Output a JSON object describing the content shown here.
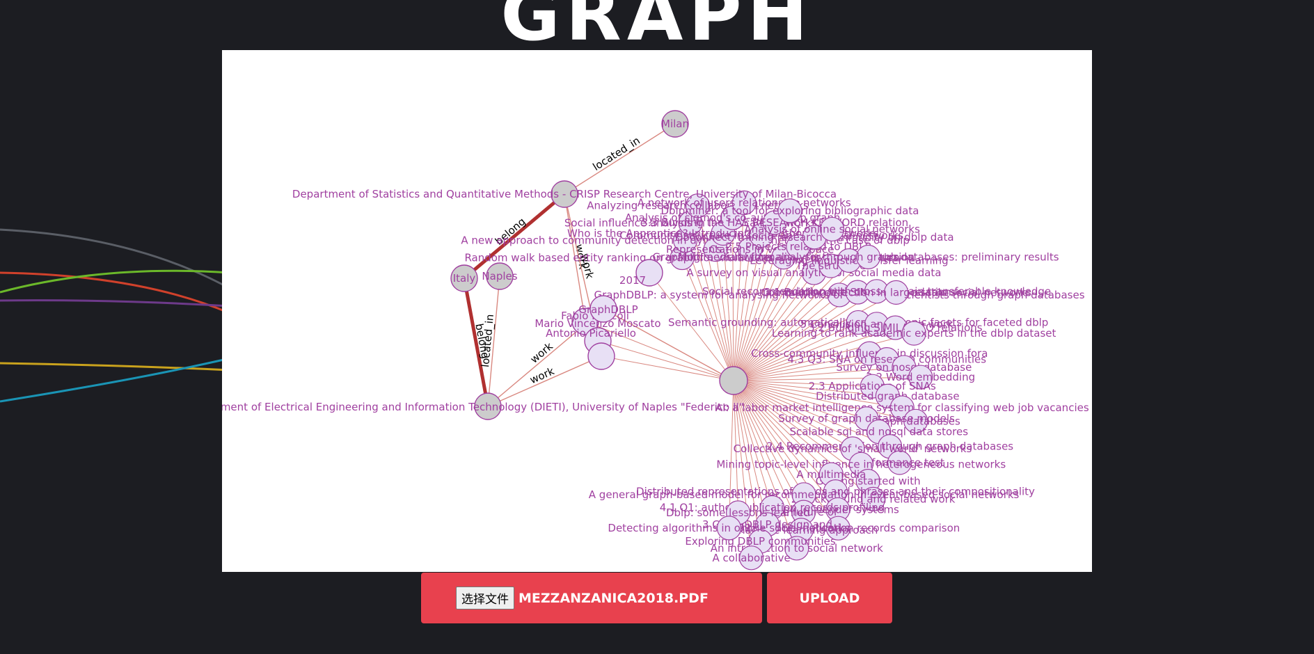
{
  "title": "GRAPH",
  "upload": {
    "file_button_label": "选择文件",
    "file_name": "MEZZANZANICA2018.PDF",
    "upload_label": "UPLOAD"
  },
  "colors": {
    "node_fill": "#cccccc",
    "paper_node_fill": "#e8e0f5",
    "node_stroke": "#a040a0",
    "label": "#a040a0",
    "edge_thin": "#d98880",
    "edge_thick": "#b03030",
    "panel": "#ffffff",
    "background": "#1c1d22",
    "accent": "#e8414e"
  },
  "graph": {
    "nodes": [
      {
        "id": "milan",
        "label": "Milan",
        "kind": "place"
      },
      {
        "id": "unimib",
        "label": "Department of Statistics and Quantitative Methods - CRISP Research Centre, University of Milan-Bicocca",
        "kind": "org"
      },
      {
        "id": "italy",
        "label": "Italy",
        "kind": "place"
      },
      {
        "id": "naples",
        "label": "Naples",
        "kind": "place"
      },
      {
        "id": "unina",
        "label": "Department of Electrical Engineering and Information Technology (DIETI), University of Naples \"Federico II\"",
        "kind": "org"
      },
      {
        "id": "fabio",
        "label": "Fabio Marcoli",
        "kind": "person"
      },
      {
        "id": "mario",
        "label": "Mario Vincenzo Moscato",
        "kind": "person"
      },
      {
        "id": "antonio",
        "label": "Antonio Picariello",
        "kind": "person"
      },
      {
        "id": "graphdblp",
        "label": "GraphDBLP",
        "kind": "paper"
      },
      {
        "id": "y2017",
        "label": "2017",
        "kind": "paper"
      },
      {
        "id": "hub",
        "label": "",
        "kind": "hub"
      }
    ],
    "edges": [
      {
        "source": "unimib",
        "target": "milan",
        "label": "located_in",
        "weight": "thin"
      },
      {
        "source": "unimib",
        "target": "italy",
        "label": "belong",
        "weight": "thick"
      },
      {
        "source": "italy",
        "target": "unina",
        "label": "belong",
        "weight": "thick"
      },
      {
        "source": "naples",
        "target": "unina",
        "label": "located_in",
        "weight": "thin"
      },
      {
        "source": "fabio",
        "target": "unimib",
        "label": "work",
        "weight": "thin"
      },
      {
        "source": "mario",
        "target": "unimib",
        "label": "work",
        "weight": "thin"
      },
      {
        "source": "antonio",
        "target": "unina",
        "label": "work",
        "weight": "thin"
      },
      {
        "source": "graphdblp",
        "target": "unina",
        "label": "work",
        "weight": "thin"
      },
      {
        "source": "hub",
        "target": "graphdblp",
        "label": "",
        "weight": "thin"
      }
    ],
    "papers": [
      "Random walk based entity ranking on graph for multidimensional recommendation",
      "A new approach to community detection in dynamic social networks: the case of dblp",
      "Social influence analysis in large-scale networks",
      "Analyzing research collaboration networks",
      "Cs",
      "Who is the Apprentice? Introducing Co-authorship networks",
      "Analysis of sigmod's co-authorship graph",
      "A network of users relationship networks",
      "Representations in vector space",
      "Community structure in social and biological networks",
      "3.3 Building the HAS RESEARCH KEYWORD relation",
      "Dblpminer: a tool for exploring bibliographic data",
      "Graphlog: a visual formalism for real life recursion",
      "2.5 Projects related to DBLP",
      "Dbconnect: mining research community on dblp data",
      "Analysis of online social networks",
      "A survey on visual analytics of social media data",
      "The structure",
      "Leveraging linguistic transfer learning",
      "Multimedia twitter analysis through graph databases: preliminary results",
      "GraphDBLP: a system for analysing networks of computer scientists through graph databases",
      "3.1 Building the SIMILARITY relation",
      "Social recommendation with cross-domain transferable knowledge",
      "Community detection in large-scale social networks",
      "Semantic grounding: automatically creating topic facets for faceted dblp",
      "5 Conclusion and future work",
      "3.2 Building SIMILAR TO relations",
      "Learning to rank academic experts in the dblp dataset",
      "Cross-community influence in discussion fora",
      "4.3 Q3: SNA on research communities",
      "Survey on nosql database",
      "2.2 Word embedding",
      "2.3 Applications of SNAs",
      "Distributed graph database",
      "AI: a labor market intelligence system for classifying web job vacancies",
      "Graph databases",
      "Survey of graph database models",
      "Scalable sql and nosql data stores",
      "2.4 Recommendation through graph databases",
      "Performance test",
      "Collective dynamics of 'small-world' networks",
      "Mining topic-level influence in heterogeneous networks",
      "Getting started with",
      "2 Background and related work",
      "A multimedia",
      "Distributed representations of words and phrases and their compositionality",
      "Recommender systems",
      "4.2 Q2: author publication records comparison",
      "A general graph-based model for recommendation in event-based social networks",
      "The future of",
      "A machine learning approach",
      "An introduction to social network",
      "4.1 Q1: author publication records profiling",
      "3 GraphDBLP design and",
      "Exploring DBLP communities",
      "A collaborative",
      "Dblp: some lessons learned",
      "Detecting algorithms in online social networks"
    ]
  }
}
